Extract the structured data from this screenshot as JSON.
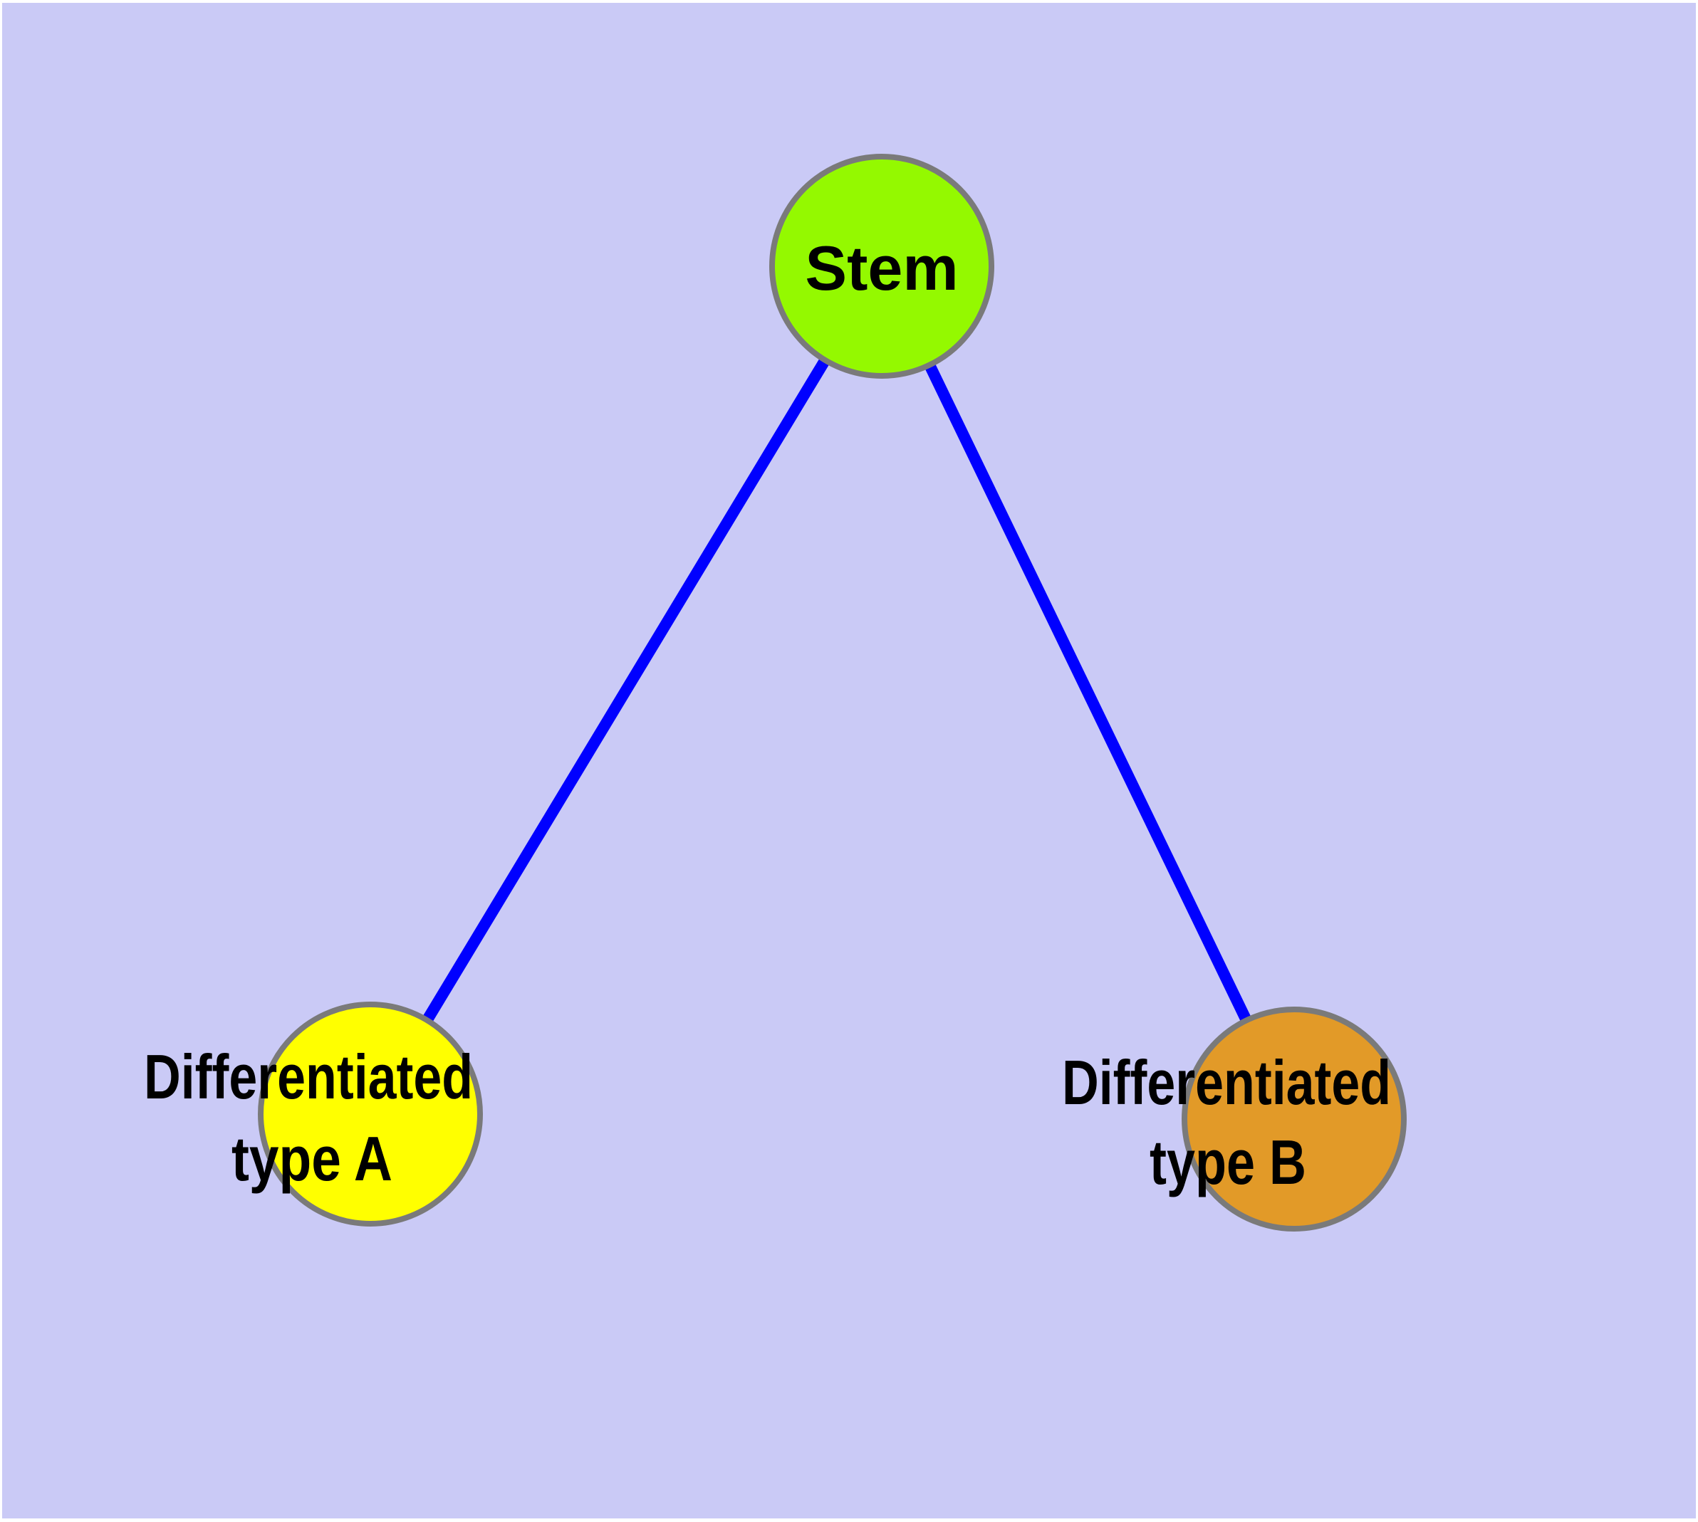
{
  "diagram": {
    "kind": "node-link-graph",
    "colors": {
      "background": "#CACAF6",
      "frame": "#FFFFFF",
      "edge": "#0000FF",
      "node_border": "#7A7A7A",
      "label": "#000000"
    },
    "nodes": [
      {
        "id": "stem",
        "label": "Stem",
        "fill": "#94F900"
      },
      {
        "id": "differentiated-type-a",
        "label_line1": "Differentiated",
        "label_line2": "type A",
        "fill": "#FFFF00"
      },
      {
        "id": "differentiated-type-b",
        "label_line1": "Differentiated",
        "label_line2": "type B",
        "fill": "#E29A28"
      }
    ],
    "edges": [
      {
        "from": "stem",
        "to": "differentiated-type-a"
      },
      {
        "from": "stem",
        "to": "differentiated-type-b"
      }
    ]
  }
}
